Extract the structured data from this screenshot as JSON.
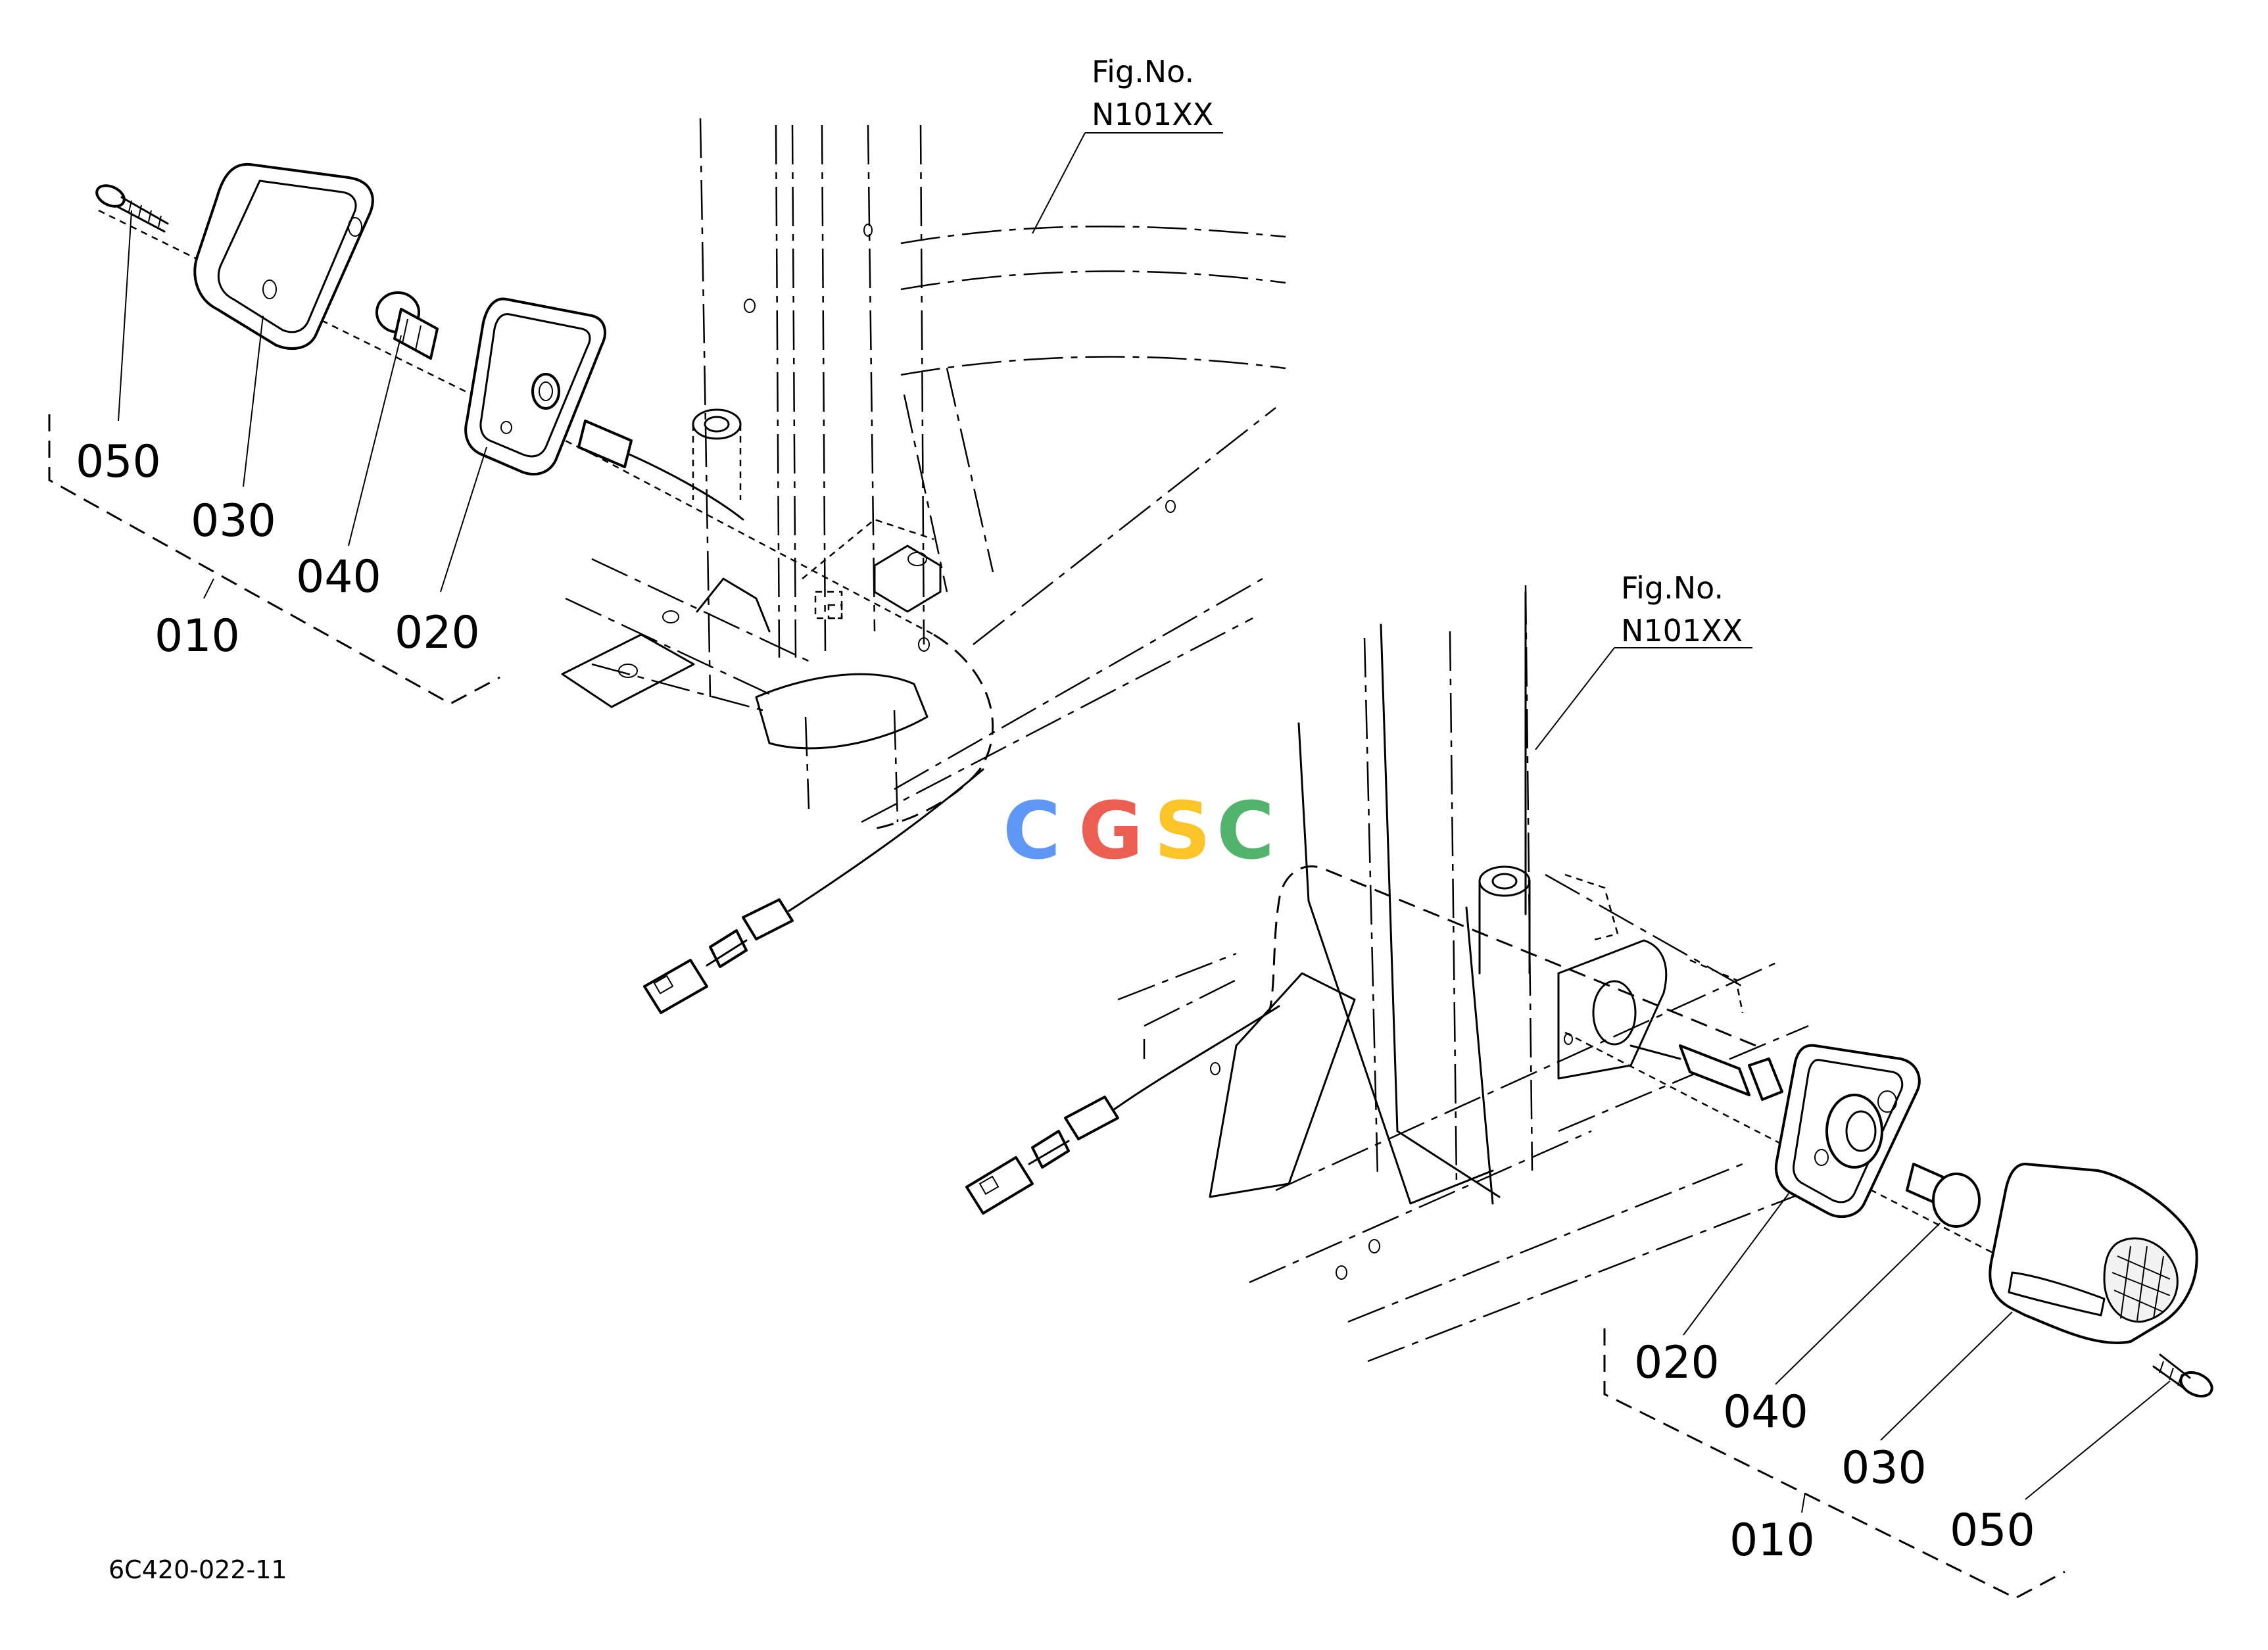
{
  "figure_refs": [
    {
      "line1": "Fig.No.",
      "line2": "N101XX"
    },
    {
      "line1": "Fig.No.",
      "line2": "N101XX"
    }
  ],
  "left_assembly": {
    "labels": [
      "050",
      "030",
      "040",
      "020",
      "010"
    ]
  },
  "right_assembly": {
    "labels": [
      "020",
      "040",
      "030",
      "050",
      "010"
    ]
  },
  "drawing_code": "6C420-022-11",
  "watermark": {
    "letters": [
      "C",
      "G",
      "S",
      "C"
    ],
    "colors": [
      "#4285F4",
      "#EA4335",
      "#FBBC05",
      "#34A853"
    ]
  }
}
